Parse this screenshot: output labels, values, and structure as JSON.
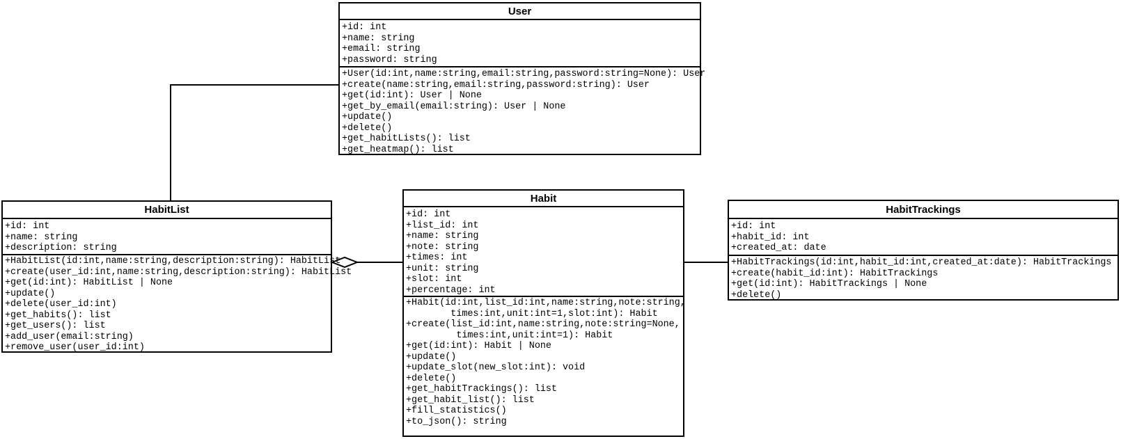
{
  "diagram": {
    "type": "uml-class-diagram",
    "background_color": "#ffffff",
    "line_color": "#000000",
    "text_color": "#000000"
  },
  "classes": {
    "user": {
      "name": "User",
      "attributes": [
        "+id: int",
        "+name: string",
        "+email: string",
        "+password: string"
      ],
      "methods": [
        "+User(id:int,name:string,email:string,password:string=None): User",
        "+create(name:string,email:string,password:string): User",
        "+get(id:int): User | None",
        "+get_by_email(email:string): User | None",
        "+update()",
        "+delete()",
        "+get_habitLists(): list",
        "+get_heatmap(): list"
      ]
    },
    "habitlist": {
      "name": "HabitList",
      "attributes": [
        "+id: int",
        "+name: string",
        "+description: string"
      ],
      "methods": [
        "+HabitList(id:int,name:string,description:string): HabitList",
        "+create(user_id:int,name:string,description:string): HabitList",
        "+get(id:int): HabitList | None",
        "+update()",
        "+delete(user_id:int)",
        "+get_habits(): list",
        "+get_users(): list",
        "+add_user(email:string)",
        "+remove_user(user_id:int)"
      ]
    },
    "habit": {
      "name": "Habit",
      "attributes": [
        "+id: int",
        "+list_id: int",
        "+name: string",
        "+note: string",
        "+times: int",
        "+unit: string",
        "+slot: int",
        "+percentage: int"
      ],
      "methods": [
        "+Habit(id:int,list_id:int,name:string,note:string,",
        "        times:int,unit:int=1,slot:int): Habit",
        "+create(list_id:int,name:string,note:string=None,",
        "         times:int,unit:int=1): Habit",
        "+get(id:int): Habit | None",
        "+update()",
        "+update_slot(new_slot:int): void",
        "+delete()",
        "+get_habitTrackings(): list",
        "+get_habit_list(): list",
        "+fill_statistics()",
        "+to_json(): string"
      ]
    },
    "habittrackings": {
      "name": "HabitTrackings",
      "attributes": [
        "+id: int",
        "+habit_id: int",
        "+created_at: date"
      ],
      "methods": [
        "+HabitTrackings(id:int,habit_id:int,created_at:date): HabitTrackings",
        "+create(habit_id:int): HabitTrackings",
        "+get(id:int): HabitTrackings | None",
        "+delete()"
      ]
    }
  },
  "relationships": [
    {
      "from": "User",
      "to": "HabitList",
      "type": "association"
    },
    {
      "from": "HabitList",
      "to": "Habit",
      "type": "aggregation",
      "diamond_at": "HabitList"
    },
    {
      "from": "Habit",
      "to": "HabitTrackings",
      "type": "association"
    }
  ]
}
